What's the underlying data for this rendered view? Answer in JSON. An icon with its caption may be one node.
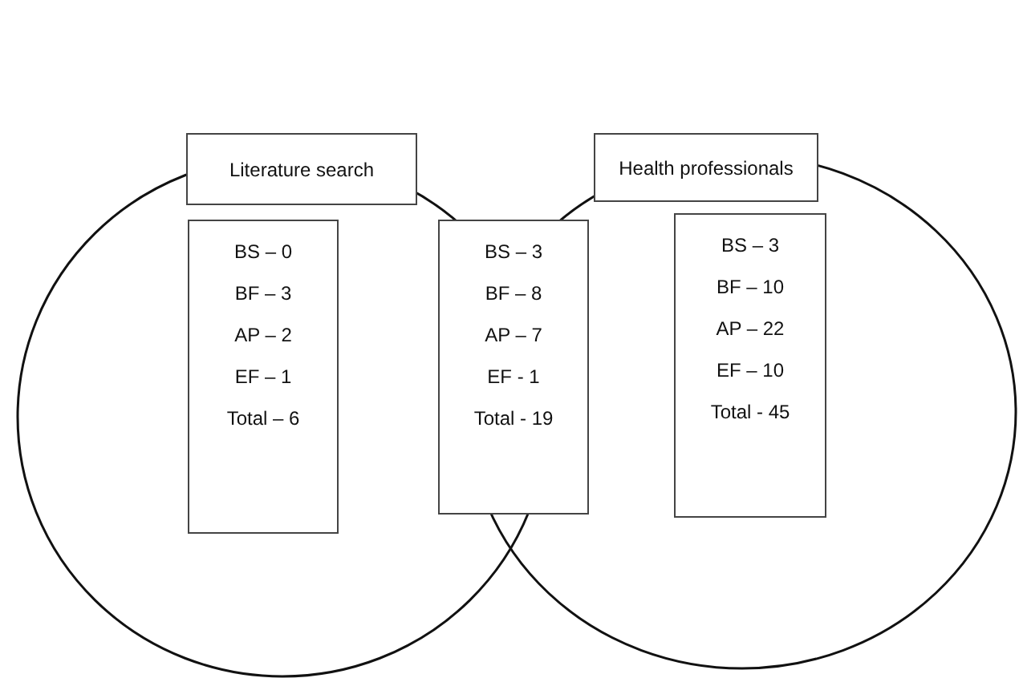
{
  "diagram": {
    "nodes": [
      {
        "text": [],
        "shape": "circle"
      },
      {
        "text": [],
        "shape": "circle"
      },
      {
        "text": [
          "Literature search"
        ]
      },
      {
        "text": [
          "BS – 0",
          "BF – 3",
          "AP – 2",
          "EF – 1",
          "Total – 6"
        ],
        "in": 0
      },
      {
        "text": [
          "BS – 3",
          "BF – 8",
          "AP – 7",
          "EF - 1",
          "Total - 19"
        ]
      },
      {
        "text": [
          "Health professionals"
        ]
      },
      {
        "text": [
          "BS – 3",
          "BF – 10",
          "AP – 22",
          "EF – 10",
          "Total - 45"
        ],
        "in": 1
      }
    ]
  }
}
